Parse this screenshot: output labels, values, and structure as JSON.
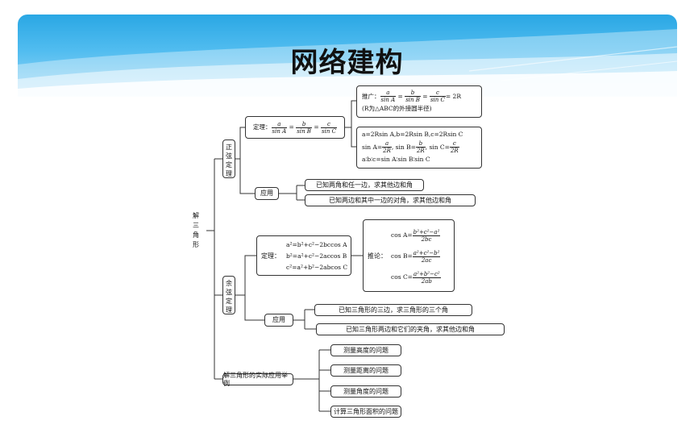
{
  "slide_title": "网络建构",
  "root": "解三角形",
  "sine_law": {
    "branch": "正弦定理",
    "theorem_label": "定理：",
    "theorem_fracs": [
      {
        "n": "a",
        "d": "sin A"
      },
      {
        "n": "b",
        "d": "sin B"
      },
      {
        "n": "c",
        "d": "sin C"
      }
    ],
    "ext_label": "推广：",
    "ext_fracs": [
      {
        "n": "a",
        "d": "sin A"
      },
      {
        "n": "b",
        "d": "sin B"
      },
      {
        "n": "c",
        "d": "sin C"
      }
    ],
    "ext_result": "= 2R",
    "ext_note": "(R为△ABC的外接圆半径)",
    "forms": {
      "line1": "a=2Rsin A,b=2Rsin B,c=2Rsin C",
      "line2_a": "sin A=",
      "frac_a": {
        "n": "a",
        "d": "2R"
      },
      "line2_b": ", sin B=",
      "frac_b": {
        "n": "b",
        "d": "2R"
      },
      "line2_c": ", sin C=",
      "frac_c": {
        "n": "c",
        "d": "2R"
      },
      "line3": "a∶b∶c=sin A∶sin B∶sin C"
    },
    "apply_label": "应用",
    "applications": [
      "已知两角和任一边，求其他边和角",
      "已知两边和其中一边的对角，求其他边和角"
    ]
  },
  "cosine_law": {
    "branch": "余弦定理",
    "theorem_label": "定理：",
    "formulas": [
      "a²=b²+c²−2bccos A",
      "b²=a²+c²−2accos B",
      "c²=a²+b²−2abcos C"
    ],
    "corollary_label": "推论：",
    "corollaries": [
      {
        "lhs": "cos A=",
        "n": "b²+c²−a²",
        "d": "2bc"
      },
      {
        "lhs": "cos B=",
        "n": "a²+c²−b²",
        "d": "2ac"
      },
      {
        "lhs": "cos C=",
        "n": "a²+b²−c²",
        "d": "2ab"
      }
    ],
    "apply_label": "应用",
    "applications": [
      "已知三角形的三边，求三角形的三个角",
      "已知三角形两边和它们的夹角，求其他边和角"
    ]
  },
  "practical": {
    "label": "解三角形的实际应用举例",
    "items": [
      "测量高度的问题",
      "测量距离的问题",
      "测量角度的问题",
      "计算三角形面积的问题"
    ]
  }
}
